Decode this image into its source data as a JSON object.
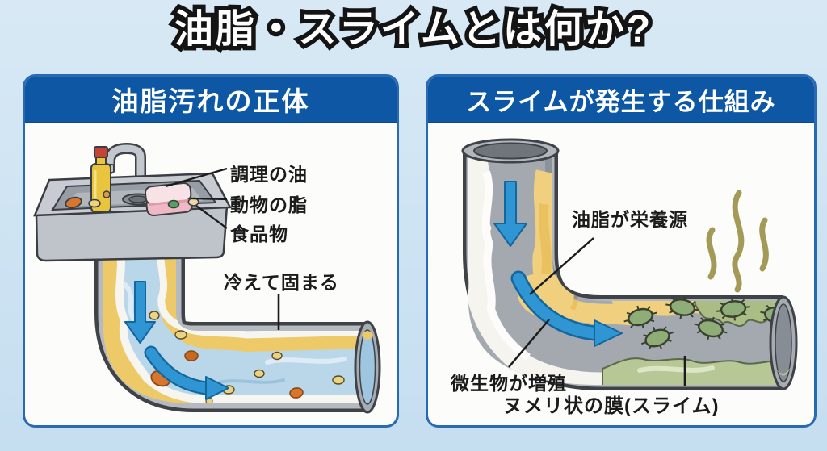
{
  "page": {
    "title": "油脂・スライムとは何か?"
  },
  "panels": {
    "left": {
      "header": "油脂汚れの正体",
      "label_cooking_oil": "調理の油",
      "label_animal_fat": "動物の脂",
      "label_food_scraps": "食品物",
      "label_cools_hardens": "冷えて固まる"
    },
    "right": {
      "header": "スライムが発生する仕組み",
      "label_grease_nutrient": "油脂が栄養源",
      "label_microbes_multiply": "微生物が増殖",
      "label_slime_film": "ヌメリ状の膜(スライム)"
    }
  },
  "colors": {
    "background_top": "#d8e9f5",
    "background_bottom": "#c5def0",
    "panel_header_blue": "#0e57a4",
    "panel_border_blue": "#2a6ab3",
    "flow_arrow_blue": "#2f96d3",
    "grease_yellow": "#edc968",
    "foam_white": "#f7f5f0",
    "slime_green": "#b7c795",
    "bacteria_green": "#8fae77",
    "odor_olive": "#a49a58",
    "pipe_gray": "#b5bac0",
    "water_blue": "#bad7ea"
  }
}
